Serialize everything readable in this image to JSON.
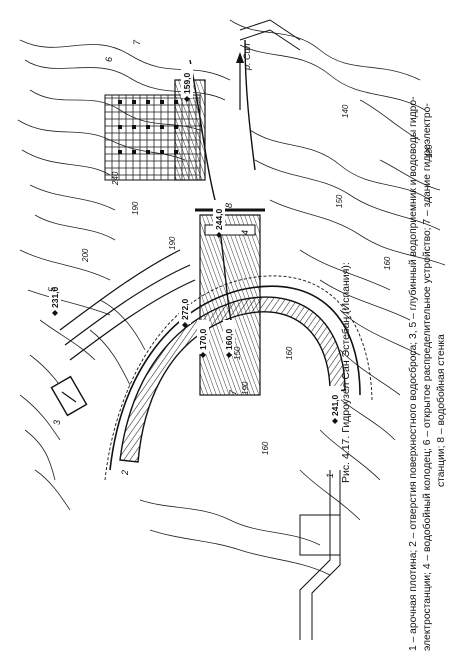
{
  "figure": {
    "caption_title": "Рис. 4.17. Гидроузел Сан Эстебан (Испания):",
    "caption_lines": [
      "1 – арочная плотина; 2 – отверстия поверхностного водосброса; 3, 5 – глубинный водоприемник и водоводы гидро-",
      "электростанции; 4 – водобойный колодец; 6 – открытое распределительное устройство; 7 – здание гидроэлектро-",
      "станции; 8 – водобойная стенка"
    ],
    "flow_label": "р. Сил",
    "elevations": [
      "159,0",
      "244,0",
      "272,0",
      "170,0",
      "160,0",
      "231,0",
      "241,0"
    ],
    "contours": [
      "240",
      "190",
      "190",
      "150",
      "190",
      "160",
      "150",
      "140",
      "160",
      "180",
      "160",
      "200"
    ],
    "callouts": [
      "1",
      "2",
      "3",
      "4",
      "5",
      "6",
      "7",
      "7",
      "8"
    ]
  }
}
